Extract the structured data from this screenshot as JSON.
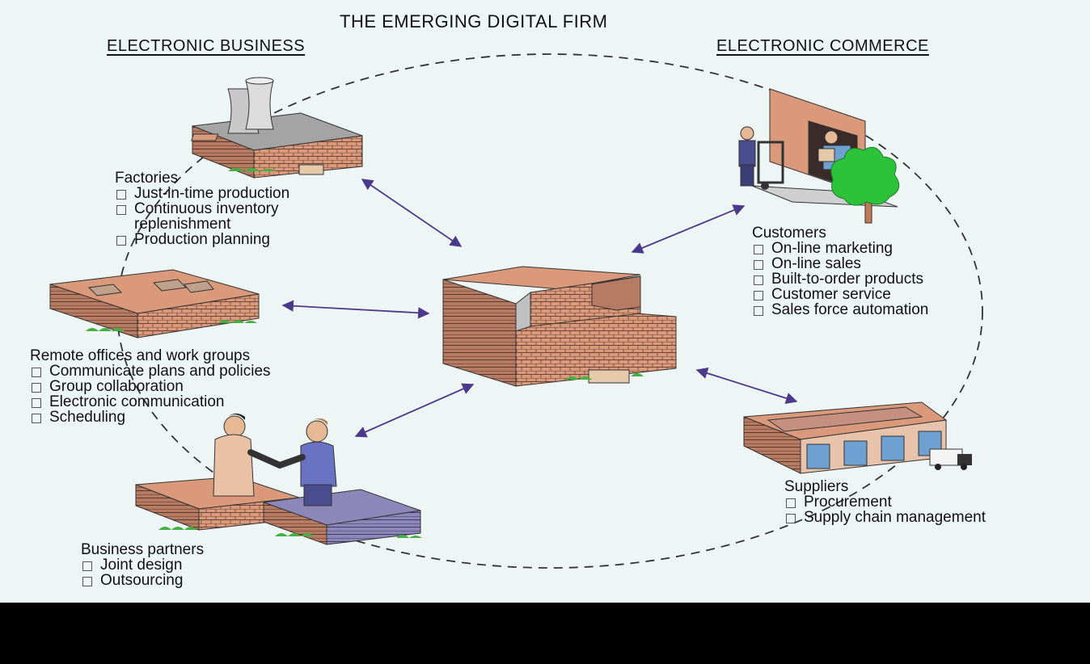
{
  "title": "THE EMERGING DIGITAL FIRM",
  "headings": {
    "left": "ELECTRONIC BUSINESS",
    "right": "ELECTRONIC COMMERCE"
  },
  "groups": {
    "factories": {
      "title": "Factories",
      "items": [
        "Just-in-time production",
        "Continuous inventory",
        "replenishment",
        "Production planning"
      ]
    },
    "remote": {
      "title": "Remote offices and work groups",
      "items": [
        "Communicate plans and policies",
        "Group collaboration",
        "Electronic communication",
        "Scheduling"
      ]
    },
    "partners": {
      "title": "Business partners",
      "items": [
        "Joint design",
        "Outsourcing"
      ]
    },
    "customers": {
      "title": "Customers",
      "items": [
        "On-line marketing",
        "On-line sales",
        "Built-to-order products",
        "Customer service",
        "Sales force automation"
      ]
    },
    "suppliers": {
      "title": "Suppliers",
      "items": [
        "Procurement",
        "Supply chain management"
      ]
    }
  },
  "colors": {
    "background": "#eef6f5",
    "brick": "#d9997a",
    "arrow": "#4b3a8c",
    "shrub": "#45b03f",
    "tree": "#2cc33a",
    "door": "#6ea0d2"
  }
}
